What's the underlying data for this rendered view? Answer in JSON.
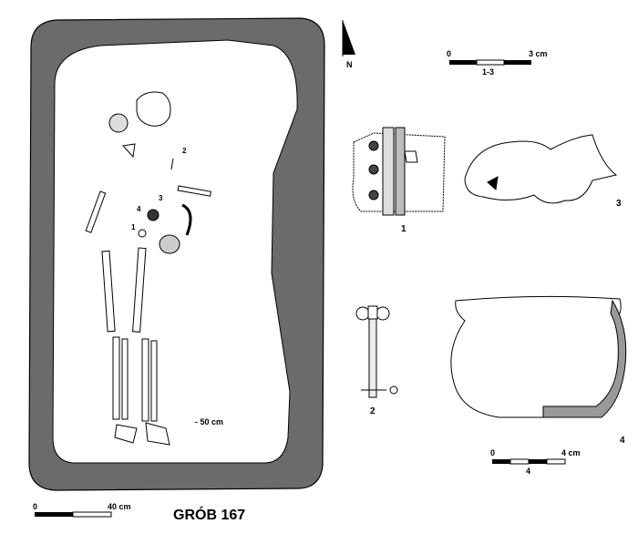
{
  "title": "GRÓB 167",
  "north_label": "N",
  "depth_label": "- 50 cm",
  "plan_scale": {
    "start": "0",
    "end": "40 cm"
  },
  "finds_scale": {
    "start": "0",
    "end": "3 cm",
    "range": "1-3"
  },
  "pot_scale": {
    "start": "0",
    "end": "4 cm",
    "range": "4"
  },
  "plan_markers": [
    "1",
    "2",
    "3",
    "4"
  ],
  "find_labels": [
    "1",
    "2",
    "3",
    "4"
  ],
  "colors": {
    "grave_fill": "#6b6b6b",
    "ink": "#000000"
  }
}
